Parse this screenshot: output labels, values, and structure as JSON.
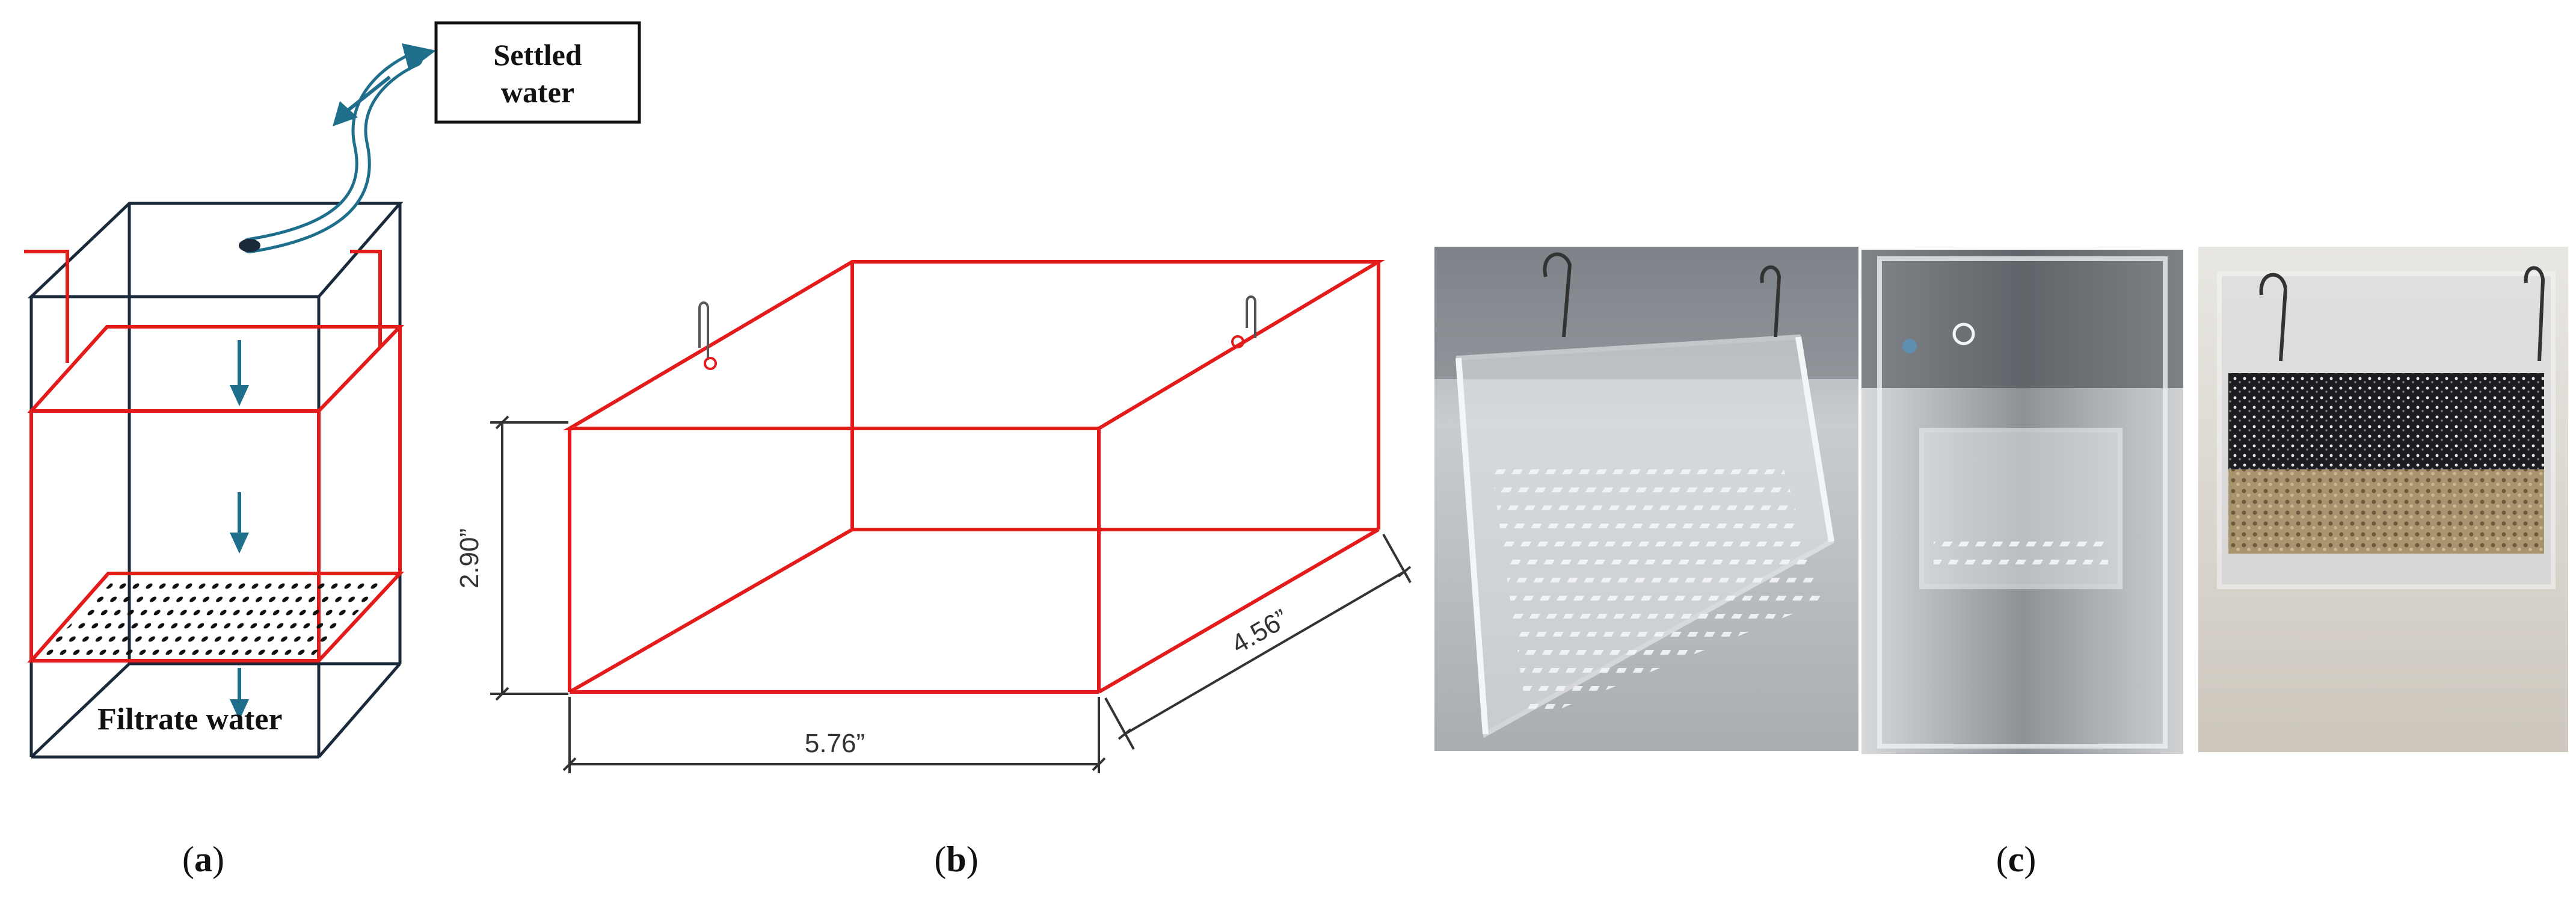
{
  "panel_a": {
    "settled_water": [
      "Settled",
      "water"
    ],
    "filtrate_water": "Filtrate water",
    "caption": [
      "(",
      "a",
      ")"
    ]
  },
  "panel_b": {
    "height": "2.90”",
    "width": "5.76”",
    "depth": "4.56”",
    "caption": [
      "(",
      "b",
      ")"
    ]
  },
  "panel_c": {
    "caption": [
      "(",
      "c",
      ")"
    ]
  },
  "colors": {
    "outer_box": "#1b2a3a",
    "filter_box": "#e31b1b",
    "arrow": "#1e6e8c",
    "dimension": "#333333"
  },
  "icons": [
    "arrow-down-icon",
    "hook-icon",
    "tube-icon"
  ]
}
